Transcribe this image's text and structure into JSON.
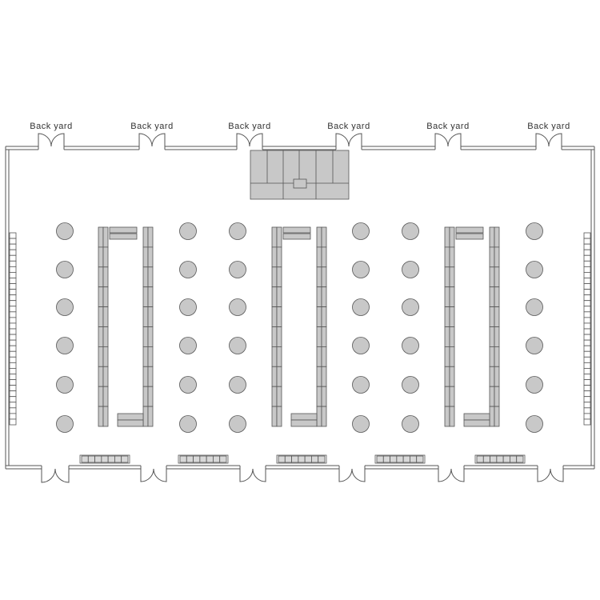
{
  "labels": {
    "back_yard": [
      "Back yard",
      "Back yard",
      "Back yard",
      "Back yard",
      "Back yard",
      "Back yard"
    ]
  },
  "colors": {
    "fill": "#c8c8c8",
    "stroke": "#555555",
    "wall": "#555555",
    "background": "#ffffff"
  },
  "counts": {
    "table_rows": 6,
    "top_doors": 6,
    "bottom_doors": 6,
    "cabinet_modules": 5
  }
}
